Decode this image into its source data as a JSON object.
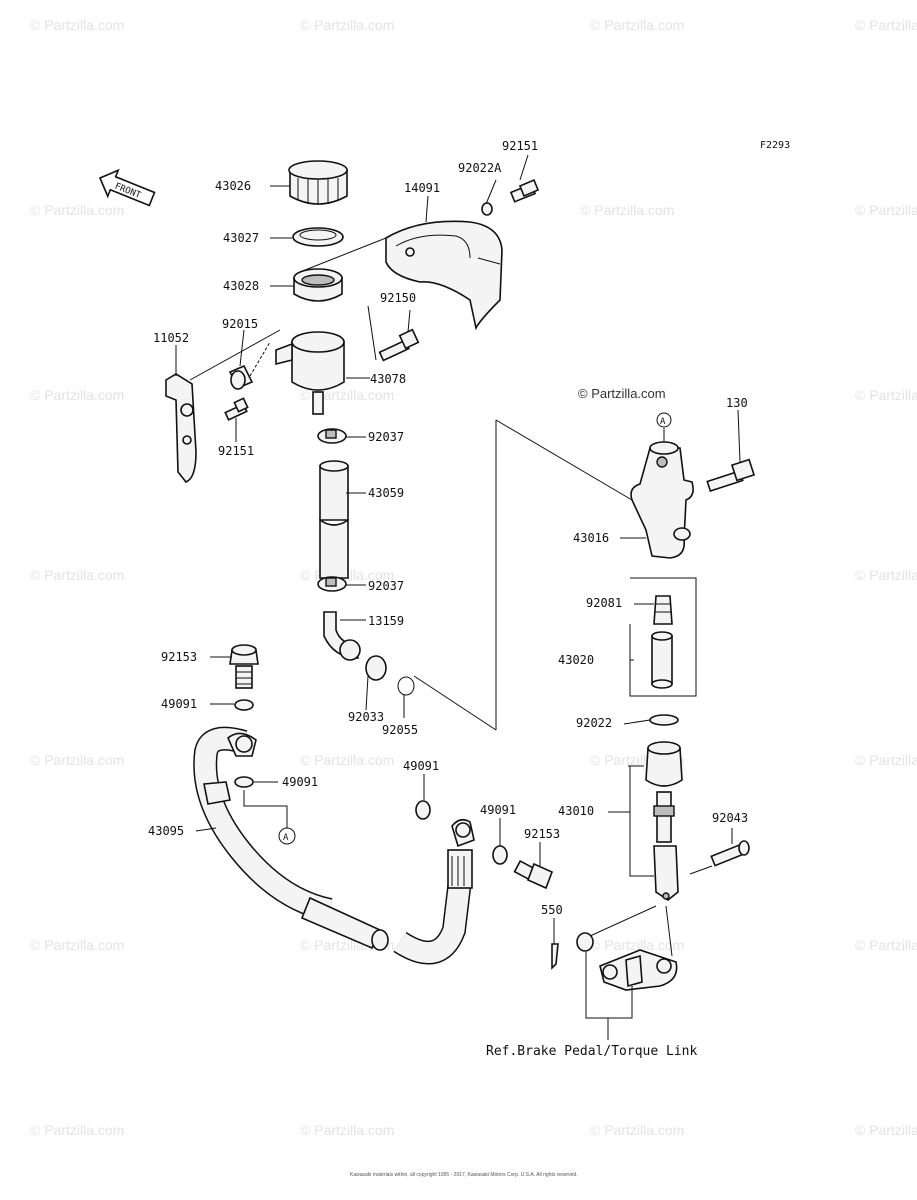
{
  "figure_code": "F2293",
  "front_label": "FRONT",
  "circle_marker": "A",
  "reference_note": "Ref.Brake Pedal/Torque Link",
  "watermark": "© Partzilla.com",
  "copyright": "Kawasaki materials within, all copyright 1995 - 2017, Kawasaki Motors Corp. U.S.A. All rights reserved.",
  "parts": [
    {
      "id": "p43026",
      "label": "43026"
    },
    {
      "id": "p43027",
      "label": "43027"
    },
    {
      "id": "p43028",
      "label": "43028"
    },
    {
      "id": "p14091",
      "label": "14091"
    },
    {
      "id": "p92022A",
      "label": "92022A"
    },
    {
      "id": "p92151a",
      "label": "92151"
    },
    {
      "id": "p92150",
      "label": "92150"
    },
    {
      "id": "p11052",
      "label": "11052"
    },
    {
      "id": "p92015",
      "label": "92015"
    },
    {
      "id": "p43078",
      "label": "43078"
    },
    {
      "id": "p92151b",
      "label": "92151"
    },
    {
      "id": "p92037a",
      "label": "92037"
    },
    {
      "id": "p43059",
      "label": "43059"
    },
    {
      "id": "p92037b",
      "label": "92037"
    },
    {
      "id": "p13159",
      "label": "13159"
    },
    {
      "id": "p92033",
      "label": "92033"
    },
    {
      "id": "p92055",
      "label": "92055"
    },
    {
      "id": "p130",
      "label": "130"
    },
    {
      "id": "p43016",
      "label": "43016"
    },
    {
      "id": "p92081",
      "label": "92081"
    },
    {
      "id": "p43020",
      "label": "43020"
    },
    {
      "id": "p92022",
      "label": "92022"
    },
    {
      "id": "p43010",
      "label": "43010"
    },
    {
      "id": "p92043",
      "label": "92043"
    },
    {
      "id": "p92153a",
      "label": "92153"
    },
    {
      "id": "p49091a",
      "label": "49091"
    },
    {
      "id": "p49091b",
      "label": "49091"
    },
    {
      "id": "p43095",
      "label": "43095"
    },
    {
      "id": "p49091c",
      "label": "49091"
    },
    {
      "id": "p49091d",
      "label": "49091"
    },
    {
      "id": "p92153b",
      "label": "92153"
    },
    {
      "id": "p550",
      "label": "550"
    }
  ]
}
